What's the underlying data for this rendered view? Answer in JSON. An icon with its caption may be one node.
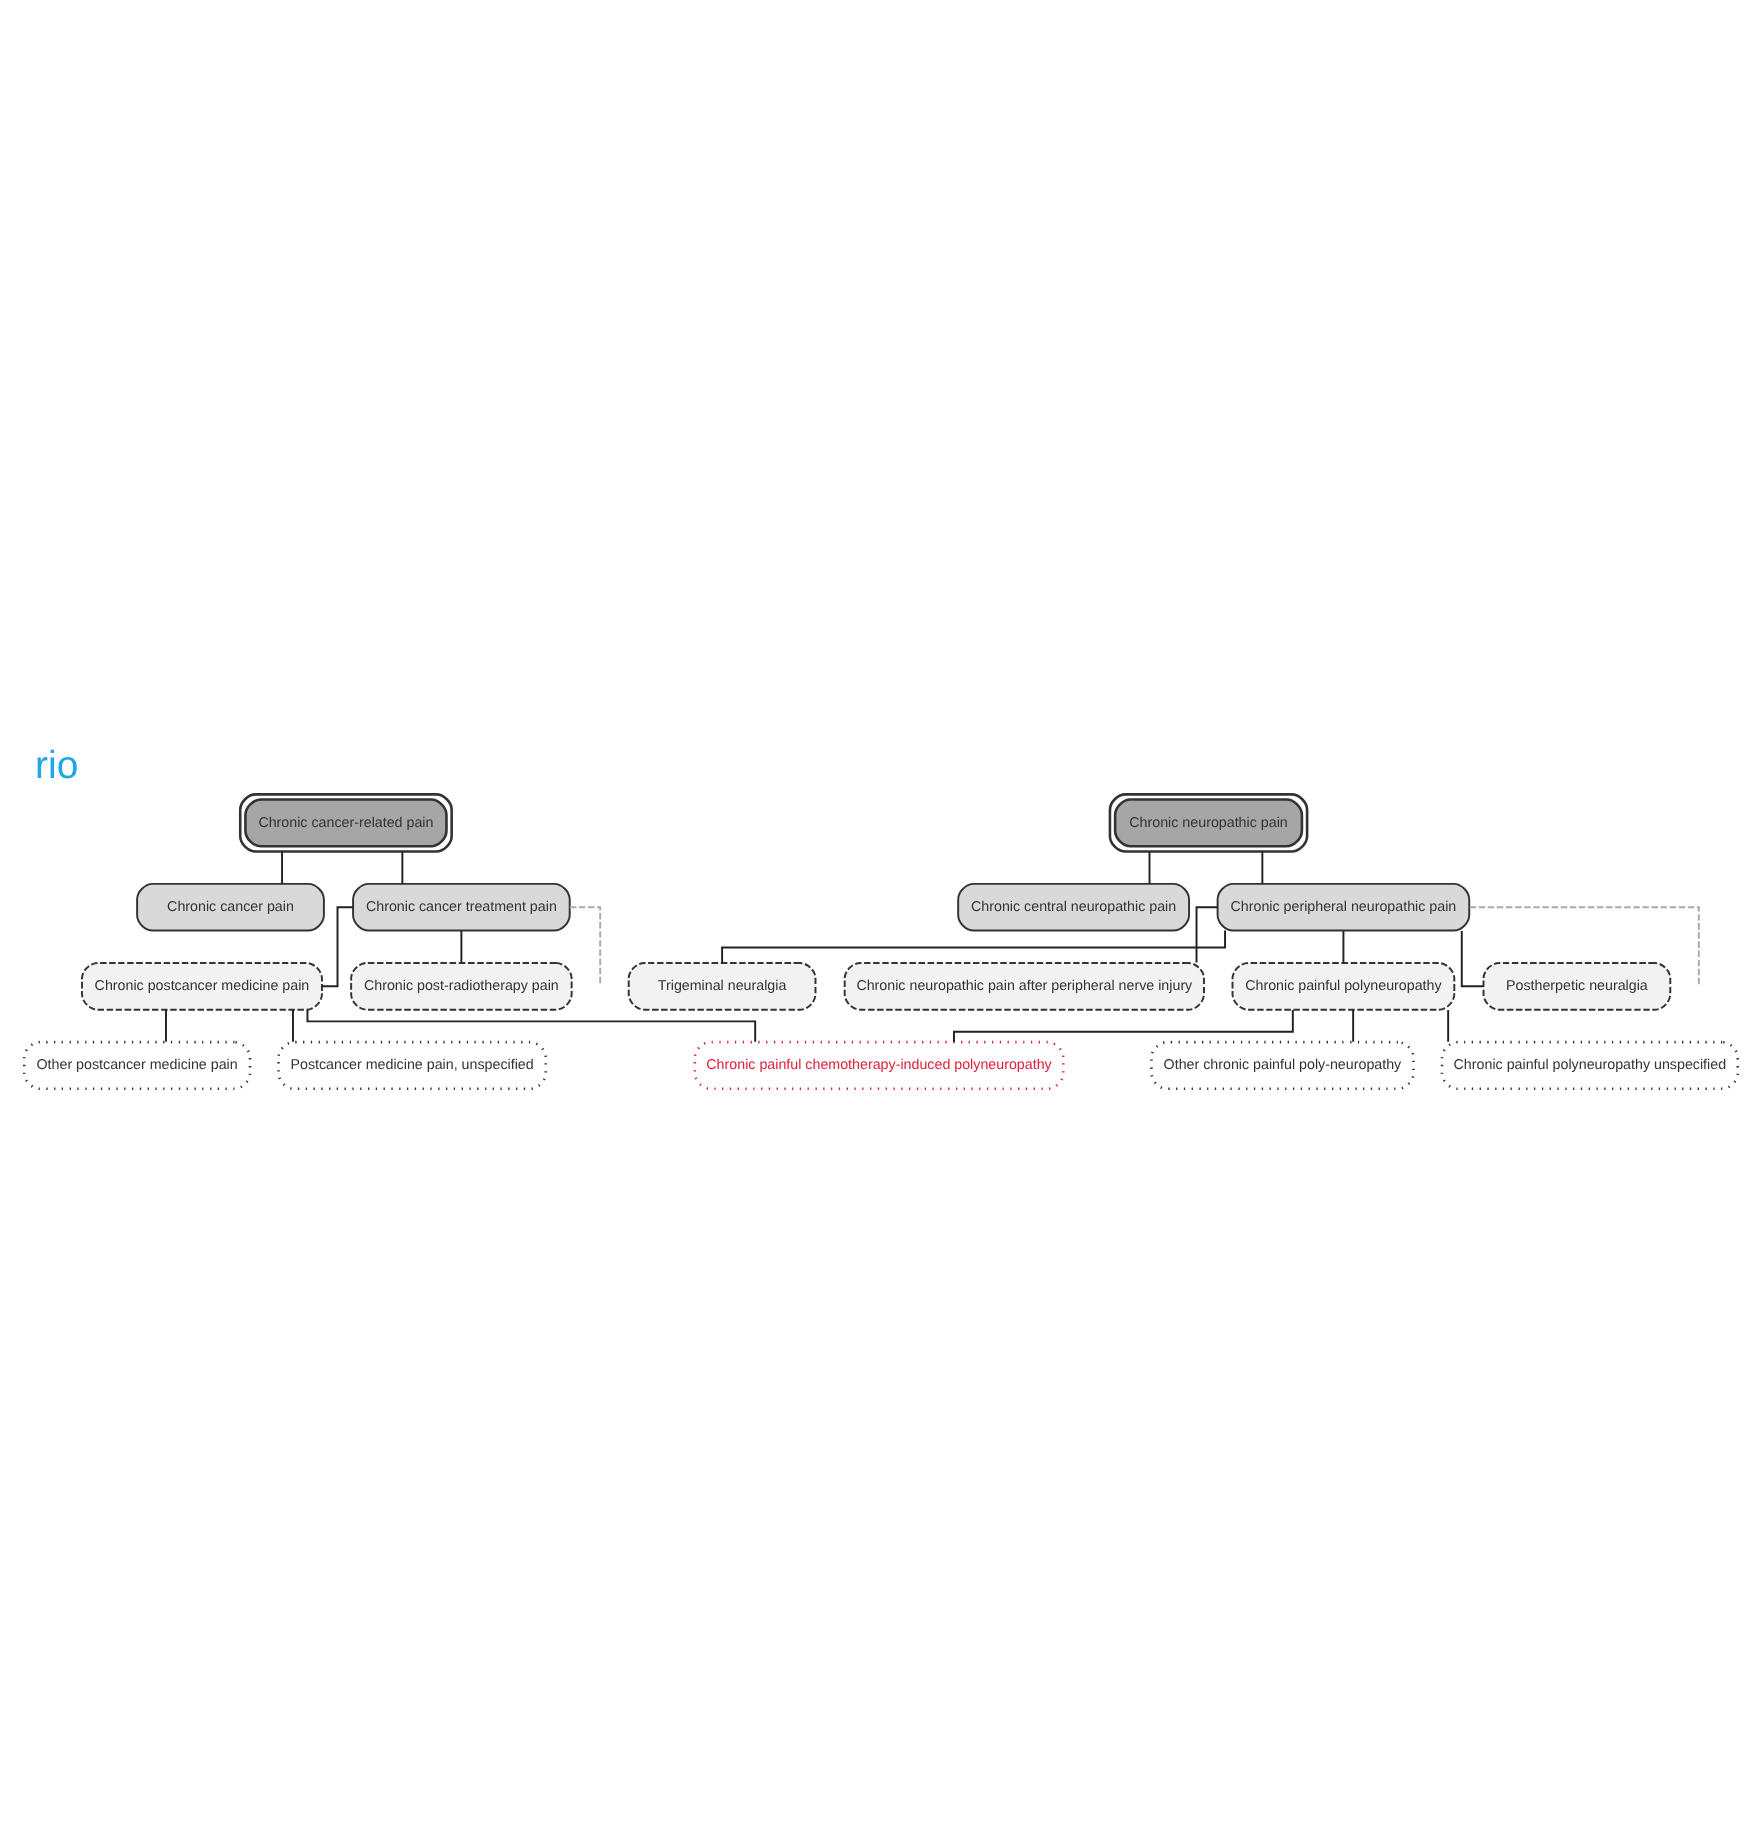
{
  "diagram": {
    "title": "rio",
    "nodes": [
      {
        "text": [
          "Chronic cancer-related pain"
        ]
      },
      {
        "text": [
          "Chronic cancer pain"
        ]
      },
      {
        "text": [
          "Chronic cancer treatment pain"
        ]
      },
      {
        "text": [
          "Chronic postcancer medicine pain"
        ]
      },
      {
        "text": [
          "Chronic painful chemotherapy-induced polyneuropathy"
        ]
      },
      {
        "text": [
          "Other postcancer medicine pain"
        ]
      },
      {
        "text": [
          "Postcancer medicine pain, unspecified"
        ]
      },
      {
        "text": [
          "Chronic post-radiotherapy pain"
        ]
      },
      {
        "text": [
          "Chronic neuropathic pain"
        ]
      },
      {
        "text": [
          "Chronic central neuropathic pain"
        ]
      },
      {
        "text": [
          "Chronic peripheral neuropathic pain"
        ]
      },
      {
        "text": [
          "Trigeminal neuralgia"
        ]
      },
      {
        "text": [
          "Chronic neuropathic pain after peripheral nerve injury"
        ]
      },
      {
        "text": [
          "Chronic painful polyneuropathy"
        ]
      },
      {
        "text": [
          "Other chronic painful poly-neuropathy"
        ]
      },
      {
        "text": [
          "Chronic painful polyneuropathy unspecified"
        ]
      },
      {
        "text": [
          "Postherpetic neuralgia"
        ]
      }
    ],
    "edges": [
      {
        "from": 0,
        "to": 1,
        "arrow": "none"
      },
      {
        "from": 0,
        "to": 2,
        "arrow": "none"
      },
      {
        "from": 2,
        "to": 3,
        "arrow": "none"
      },
      {
        "from": 2,
        "to": 7,
        "arrow": "none"
      },
      {
        "from": 2,
        "to": null,
        "arrow": "none",
        "style": "dashed",
        "color": "#aaaaaa"
      },
      {
        "from": 3,
        "to": 4,
        "arrow": "none"
      },
      {
        "from": 3,
        "to": 5,
        "arrow": "none"
      },
      {
        "from": 3,
        "to": 6,
        "arrow": "none"
      },
      {
        "from": 8,
        "to": 9,
        "arrow": "none"
      },
      {
        "from": 8,
        "to": 10,
        "arrow": "none"
      },
      {
        "from": 10,
        "to": 11,
        "arrow": "none"
      },
      {
        "from": 10,
        "to": 12,
        "arrow": "none"
      },
      {
        "from": 10,
        "to": 13,
        "arrow": "none"
      },
      {
        "from": 10,
        "to": 16,
        "arrow": "none"
      },
      {
        "from": 10,
        "to": null,
        "arrow": "none",
        "style": "dashed",
        "color": "#aaaaaa"
      },
      {
        "from": 13,
        "to": 4,
        "arrow": "none"
      },
      {
        "from": 13,
        "to": 14,
        "arrow": "none"
      },
      {
        "from": 13,
        "to": 15,
        "arrow": "none"
      }
    ]
  }
}
